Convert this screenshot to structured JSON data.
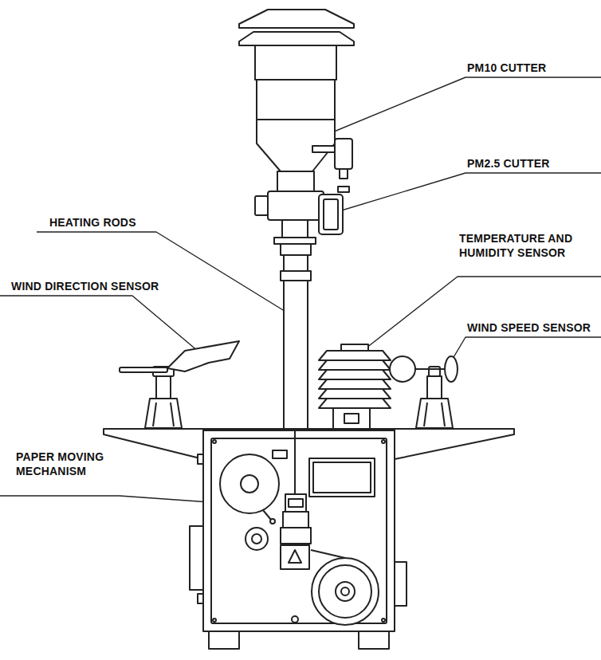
{
  "diagram": {
    "labels": [
      "PM10 CUTTER",
      "PM2.5 CUTTER",
      "HEATING RODS",
      "TEMPERATURE AND HUMIDITY SENSOR",
      "WIND DIRECTION SENSOR",
      "WIND SPEED SENSOR",
      "PAPER MOVING MECHANISM"
    ]
  }
}
